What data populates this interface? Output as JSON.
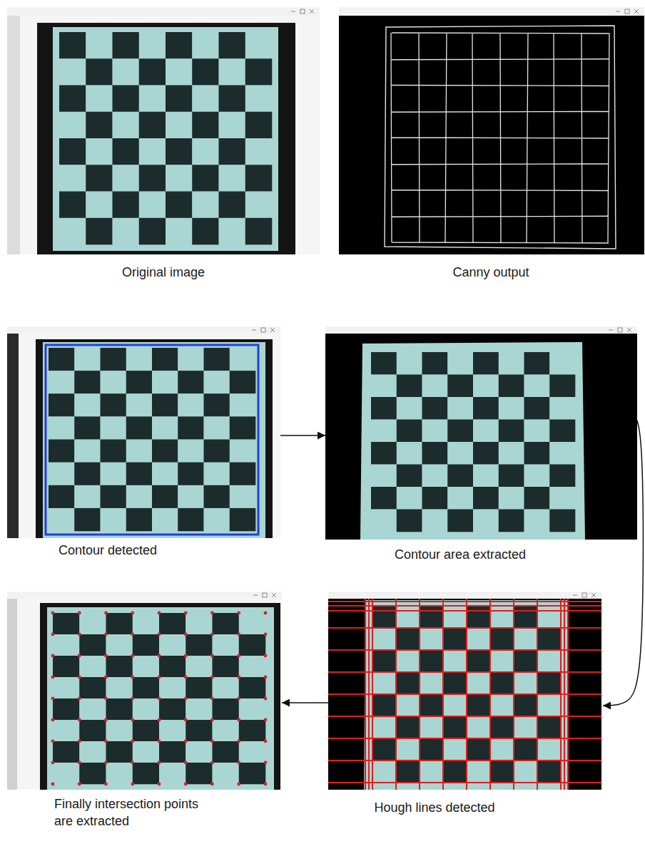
{
  "diagram": {
    "nodes": [
      {
        "text": [
          "Original image"
        ]
      },
      {
        "text": [
          "Canny output"
        ]
      },
      {
        "text": [
          "Contour detected"
        ]
      },
      {
        "text": [
          "Contour area extracted"
        ]
      },
      {
        "text": [
          "Finally intersection points are extracted"
        ]
      },
      {
        "text": [
          "Hough lines detected"
        ]
      }
    ],
    "edges": [
      {
        "from": 2,
        "to": 3,
        "arrow": "to"
      },
      {
        "from": 3,
        "to": 5,
        "arrow": "to"
      },
      {
        "from": 5,
        "to": 4,
        "arrow": "to"
      }
    ]
  }
}
